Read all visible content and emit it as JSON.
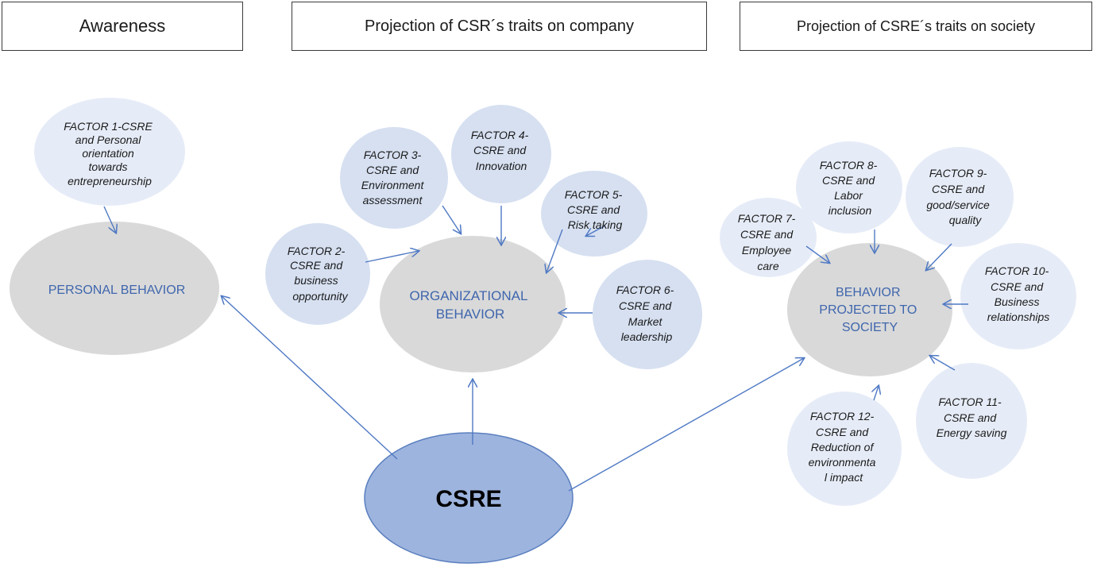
{
  "headers": {
    "awareness": "Awareness",
    "company": "Projection of CSR´s traits on company",
    "society": "Projection of CSRE´s traits on society"
  },
  "center": {
    "label": "CSRE"
  },
  "behaviors": {
    "personal": [
      "PERSONAL BEHAVIOR"
    ],
    "organizational": [
      "ORGANIZATIONAL",
      "BEHAVIOR"
    ],
    "society": [
      "BEHAVIOR",
      "PROJECTED TO",
      "SOCIETY"
    ]
  },
  "factors": {
    "f1": [
      "FACTOR 1-CSRE",
      "and Personal",
      "orientation",
      "towards",
      "entrepreneurship"
    ],
    "f2": [
      "FACTOR 2-",
      "CSRE and",
      "business",
      "opportunity"
    ],
    "f3": [
      "FACTOR 3-",
      "CSRE and",
      "Environment",
      "assessment"
    ],
    "f4": [
      "FACTOR 4-",
      "CSRE and",
      "Innovation"
    ],
    "f5": [
      "FACTOR 5-",
      "CSRE and",
      "Risk taking"
    ],
    "f6": [
      "FACTOR 6-",
      "CSRE and",
      "Market",
      "leadership"
    ],
    "f7": [
      "FACTOR 7-",
      "CSRE and",
      "Employee",
      "care"
    ],
    "f8": [
      "FACTOR 8-",
      "CSRE and",
      "Labor",
      "inclusion"
    ],
    "f9": [
      "FACTOR 9-",
      "CSRE and",
      "good/service",
      "quality"
    ],
    "f10": [
      "FACTOR 10-",
      "CSRE and",
      "Business",
      "relationships"
    ],
    "f11": [
      "FACTOR 11-",
      "CSRE and",
      "Energy saving"
    ],
    "f12": [
      "FACTOR 12-",
      "CSRE and",
      "Reduction of",
      "environmenta",
      "l impact"
    ]
  },
  "colors": {
    "behavior_fill": "#d9d9d9",
    "factor_fill": "#d6e0f1",
    "factor_light_fill": "#e6ecf7",
    "csre_fill": "#9db4de",
    "csre_stroke": "#5b7fbf",
    "arrow": "#4f79c4",
    "behavior_text": "#3f66ad"
  }
}
